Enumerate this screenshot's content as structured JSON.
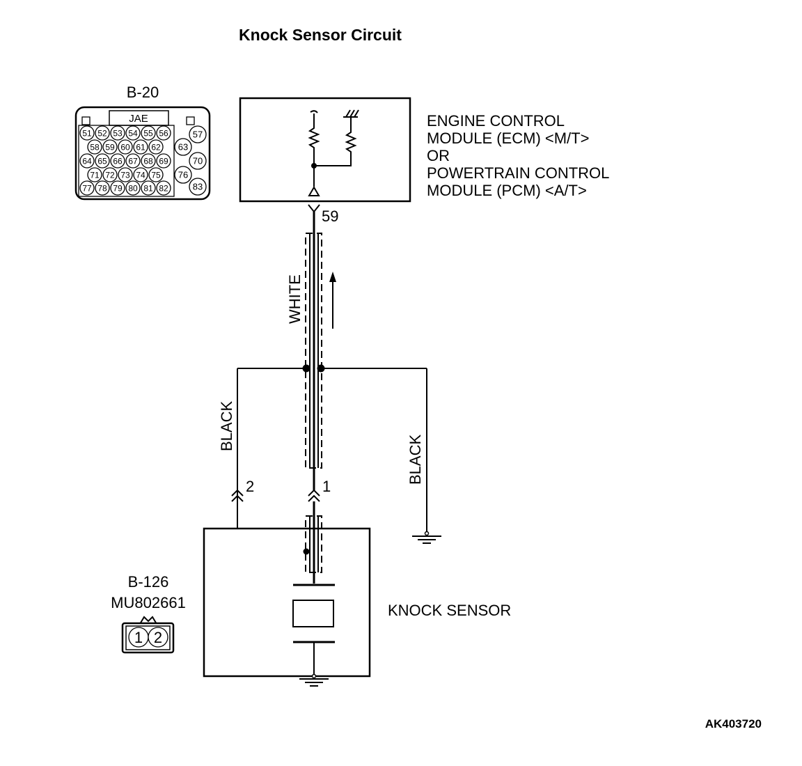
{
  "title": "Knock Sensor Circuit",
  "connector_b20": {
    "id": "B-20",
    "maker": "JAE",
    "pins_row1": [
      "51",
      "52",
      "53",
      "54",
      "55",
      "56"
    ],
    "pins_row2": [
      "58",
      "59",
      "60",
      "61",
      "62"
    ],
    "pins_row3": [
      "64",
      "65",
      "66",
      "67",
      "68",
      "69"
    ],
    "pins_row4": [
      "71",
      "72",
      "73",
      "74",
      "75"
    ],
    "pins_row5": [
      "77",
      "78",
      "79",
      "80",
      "81",
      "82"
    ],
    "pins_side": [
      "57",
      "63",
      "70",
      "76",
      "83"
    ]
  },
  "ecm": {
    "label_lines": [
      "ENGINE CONTROL",
      "MODULE (ECM) <M/T>",
      "OR",
      "POWERTRAIN CONTROL",
      "MODULE (PCM) <A/T>"
    ],
    "terminal": "59"
  },
  "wires": {
    "signal_color": "WHITE",
    "ground_color_left": "BLACK",
    "ground_color_right": "BLACK"
  },
  "sensor_terminals": {
    "pin1": "1",
    "pin2": "2"
  },
  "sensor": {
    "label": "KNOCK SENSOR"
  },
  "connector_b126": {
    "id": "B-126",
    "part": "MU802661",
    "pins": [
      "1",
      "2"
    ]
  },
  "figure_code": "AK403720"
}
